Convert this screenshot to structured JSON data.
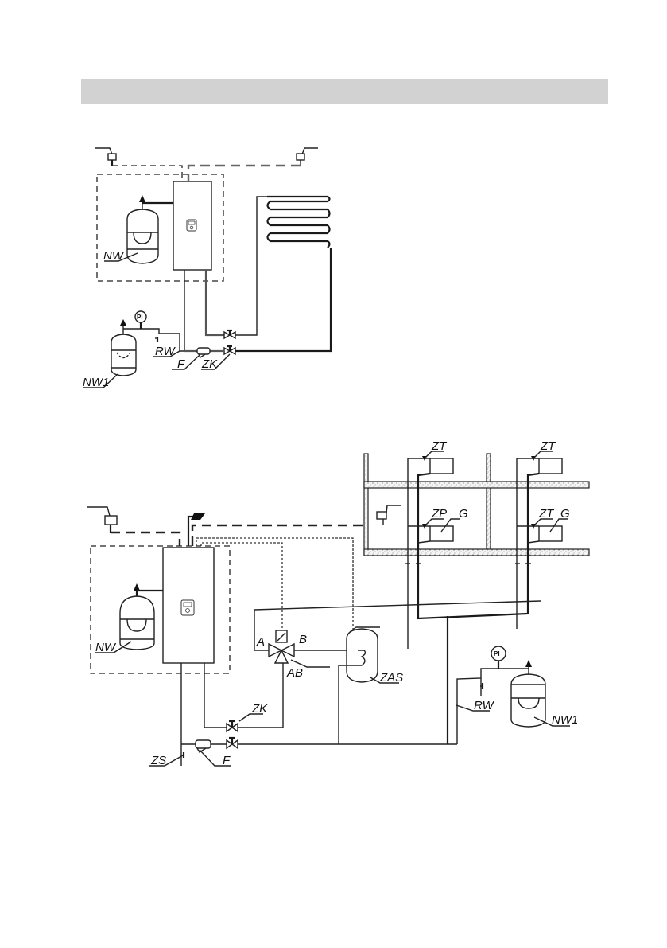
{
  "header": {
    "title": ""
  },
  "diagram_top": {
    "labels": {
      "expansion_vessel": "NW",
      "expansion_vessel_2": "NW1",
      "safety_valve": "RW",
      "filter": "F",
      "shutoff_valve": "ZK",
      "pressure_gauge": "PI"
    }
  },
  "diagram_bottom": {
    "labels": {
      "expansion_vessel": "NW",
      "expansion_vessel_2": "NW1",
      "safety_valve": "RW",
      "filter": "F",
      "shutoff_valve": "ZK",
      "drain_valve": "ZS",
      "three_way_port_a": "A",
      "three_way_port_b": "B",
      "three_way_port_ab": "AB",
      "hot_water_tank": "ZAS",
      "pressure_gauge": "PI",
      "thermostatic_valve_upper_1": "ZT",
      "thermostatic_valve_upper_2": "ZT",
      "radiator_valve_lower_1": "ZP",
      "radiator_valve_lower_2": "ZT",
      "radiator_1": "G",
      "radiator_2": "G"
    }
  }
}
